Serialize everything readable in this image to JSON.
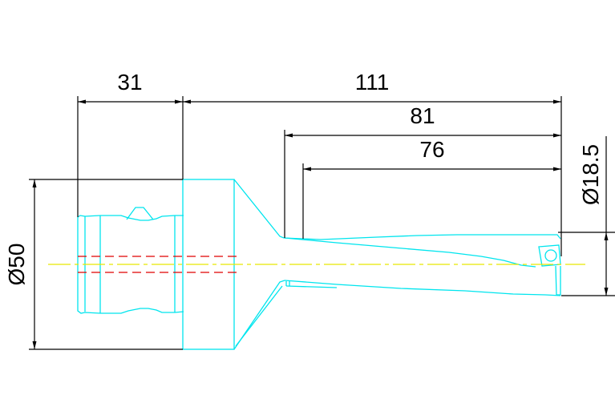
{
  "drawing": {
    "type": "technical-drawing",
    "subject": "indexable drill",
    "colors": {
      "background": "#ffffff",
      "outline": "#00e5ee",
      "centerline": "#e8e800",
      "hidden_line": "#e00000",
      "dimension": "#000000"
    },
    "dimensions": {
      "shank_length": "31",
      "overall_length": "111",
      "flute_length": "81",
      "usable_length": "76",
      "shank_diameter": "Ø50",
      "drill_diameter": "Ø18.5"
    }
  }
}
